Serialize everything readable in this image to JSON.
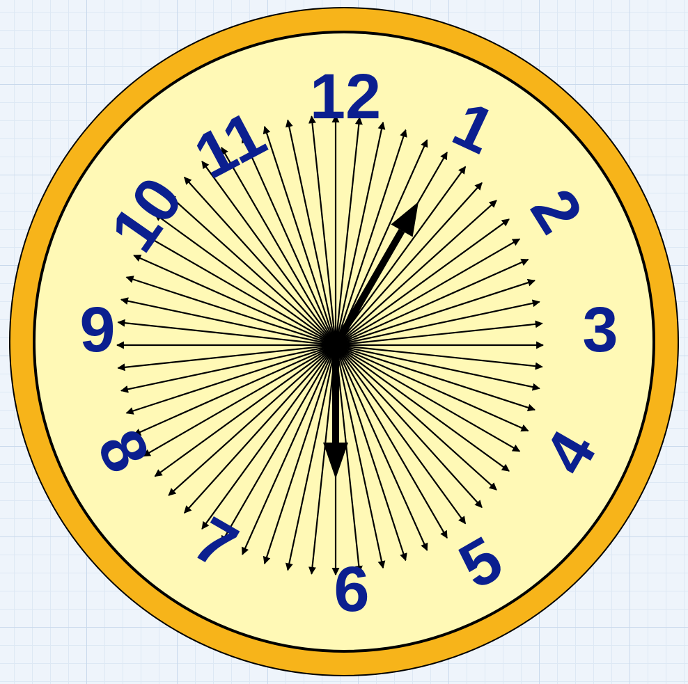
{
  "clock": {
    "numerals": [
      "12",
      "1",
      "2",
      "3",
      "4",
      "5",
      "6",
      "7",
      "8",
      "9",
      "10",
      "11"
    ],
    "minute_arrows_count": 60,
    "colors": {
      "background": "#eef4fb",
      "grid_line": "#c9d9ec",
      "rim": "#f7b41a",
      "face": "#fff9b6",
      "outline": "#000000",
      "numeral": "#0b1f8f",
      "arrow": "#000000"
    },
    "hands": {
      "hour_hand_points_to_hour": 1,
      "minute_hand_points_to_hour": 6
    }
  }
}
